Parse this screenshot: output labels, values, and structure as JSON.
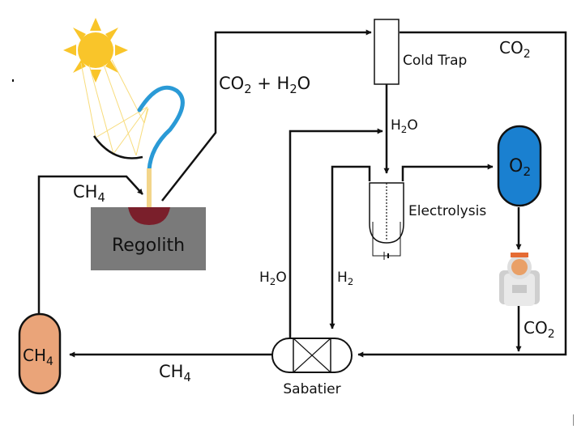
{
  "labels": {
    "co2_h2o": {
      "a": "CO",
      "b": "2",
      "c": " + H",
      "d": "2",
      "e": "O"
    },
    "cold_trap": "Cold Trap",
    "co2_top": {
      "a": "CO",
      "b": "2"
    },
    "h2o_trap": {
      "a": "H",
      "b": "2",
      "c": "O"
    },
    "o2_tank": {
      "a": "O",
      "b": "2"
    },
    "electrolysis": "Electrolysis",
    "ch4_regolith": {
      "a": "CH",
      "b": "4"
    },
    "regolith": "Regolith",
    "h2o_side": {
      "a": "H",
      "b": "2",
      "c": "O"
    },
    "h2_side": {
      "a": "H",
      "b": "2"
    },
    "co2_astronaut": {
      "a": "CO",
      "b": "2"
    },
    "ch4_tank": {
      "a": "CH",
      "b": "4"
    },
    "ch4_bottom": {
      "a": "CH",
      "b": "4"
    },
    "sabatier": "Sabatier"
  },
  "colors": {
    "line": "#111111",
    "sun": "#f9c52a",
    "sun_ray": "#f8dc7c",
    "fiber": "#2a9ad6",
    "fiber_tip": "#f3d58a",
    "regolith": "#7a7a7a",
    "melt": "#7a1f2b",
    "o2_tank": "#1a80d0",
    "ch4_tank": "#eaa479"
  },
  "icons": [
    "sun-icon",
    "astronaut-icon",
    "battery-icon"
  ]
}
